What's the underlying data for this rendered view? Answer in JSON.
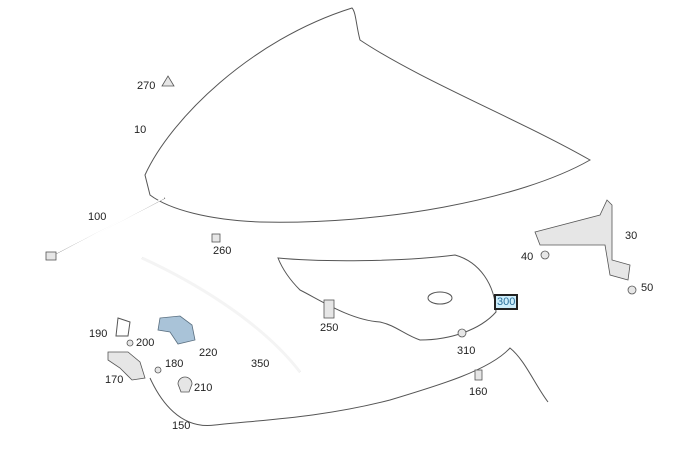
{
  "diagram": {
    "selected_part": "300",
    "highlight_color": "#cdeefc",
    "parts": [
      {
        "id": "10"
      },
      {
        "id": "30"
      },
      {
        "id": "40"
      },
      {
        "id": "50"
      },
      {
        "id": "100"
      },
      {
        "id": "150"
      },
      {
        "id": "160"
      },
      {
        "id": "170"
      },
      {
        "id": "180"
      },
      {
        "id": "190"
      },
      {
        "id": "200"
      },
      {
        "id": "210"
      },
      {
        "id": "220"
      },
      {
        "id": "250"
      },
      {
        "id": "260"
      },
      {
        "id": "270"
      },
      {
        "id": "300"
      },
      {
        "id": "310"
      },
      {
        "id": "350"
      }
    ]
  }
}
